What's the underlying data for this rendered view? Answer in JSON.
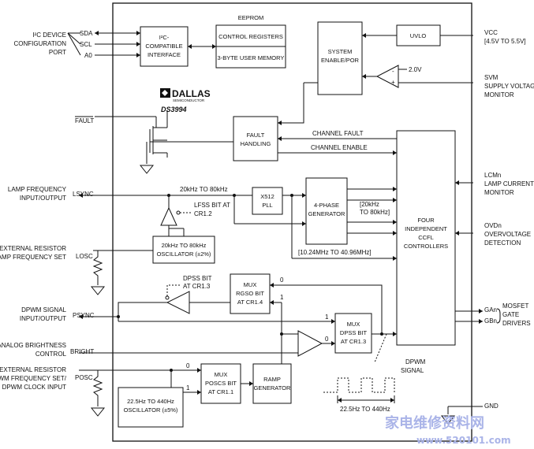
{
  "chip": {
    "logo_text": "DALLAS",
    "logo_sub": "SEMICONDUCTOR",
    "part_number": "DS3994"
  },
  "left_labels": {
    "i2c_l1": "I²C DEVICE",
    "i2c_l2": "CONFIGURATION",
    "i2c_l3": "PORT",
    "sda": "SDA",
    "scl": "SCL",
    "a0": "A0",
    "fault": "FAULT",
    "lamp_freq_l1": "LAMP FREQUENCY",
    "lamp_freq_l2": "INPUT/OUTPUT",
    "lsync": "LSYNC",
    "ext_res_l1": "EXTERNAL RESISTOR",
    "ext_res_l2": "LAMP FREQUENCY SET",
    "losc": "LOSC",
    "dpwm_sig_l1": "DPWM SIGNAL",
    "dpwm_sig_l2": "INPUT/OUTPUT",
    "psync": "PSYNC",
    "analog_l1": "ANALOG BRIGHTNESS",
    "analog_l2": "CONTROL",
    "bright": "BRIGHT",
    "ext_res2_l1": "EXTERNAL RESISTOR",
    "ext_res2_l2": "DPWM FREQUENCY SET/",
    "ext_res2_l3": "DPWM CLOCK INPUT",
    "posc": "POSC"
  },
  "right_labels": {
    "vcc_l1": "VCC",
    "vcc_l2": "[4.5V TO 5.5V]",
    "svm": "SVM",
    "svm_l1": "SUPPLY VOLTAGE",
    "svm_l2": "MONITOR",
    "lcm": "LCMn",
    "lcm_l1": "LAMP CURRENT",
    "lcm_l2": "MONITOR",
    "ovd": "OVDn",
    "ovd_l1": "OVERVOLTAGE",
    "ovd_l2": "DETECTION",
    "gan": "GAn",
    "gbn": "GBn",
    "mosfet_l1": "MOSFET",
    "mosfet_l2": "GATE",
    "mosfet_l3": "DRIVERS",
    "gnd": "GND"
  },
  "blocks": {
    "eeprom": "EEPROM",
    "i2c_l1": "I²C-",
    "i2c_l2": "COMPATIBLE",
    "i2c_l3": "INTERFACE",
    "control_registers": "CONTROL REGISTERS",
    "user_memory": "3-BYTE USER MEMORY",
    "sys_l1": "SYSTEM",
    "sys_l2": "ENABLE/POR",
    "uvlo": "UVLO",
    "fault_l1": "FAULT",
    "fault_l2": "HANDLING",
    "pll_l1": "X512",
    "pll_l2": "PLL",
    "gen_l1": "4-PHASE",
    "gen_l2": "GENERATOR",
    "ccfl_l1": "FOUR",
    "ccfl_l2": "INDEPENDENT",
    "ccfl_l3": "CCFL",
    "ccfl_l4": "CONTROLLERS",
    "losc_l1": "20kHz TO 80kHz",
    "losc_l2": "OSCILLATOR (±2%)",
    "mux1_l1": "MUX",
    "mux1_l2": "RGSO BIT",
    "mux1_l3": "AT CR1.4",
    "mux2_l1": "MUX",
    "mux2_l2": "DPSS BIT",
    "mux2_l3": "AT CR1.3",
    "mux3_l1": "MUX",
    "mux3_l2": "POSCS BIT",
    "mux3_l3": "AT CR1.1",
    "ramp_l1": "RAMP",
    "ramp_l2": "GENERATOR",
    "posc_l1": "22.5Hz TO 440Hz",
    "posc_l2": "OSCILLATOR (±5%)"
  },
  "signals": {
    "ref_2v": "2.0V",
    "plus": "+",
    "minus": "-",
    "channel_fault": "CHANNEL FAULT",
    "channel_enable": "CHANNEL ENABLE",
    "freq_20_80": "20kHz TO 80kHz",
    "lfss_l1": "LFSS BIT AT",
    "lfss_l2": "CR1.2",
    "freq_bracket_l1": "[20kHz",
    "freq_bracket_l2": "TO 80kHz]",
    "freq_pll": "[10.24MHz TO 40.96MHz]",
    "dpss_l1": "DPSS BIT",
    "dpss_l2": "AT CR1.3",
    "zero_a": "0",
    "one_a": "1",
    "one_b": "1",
    "zero_b": "0",
    "zero_c": "0",
    "one_c": "1",
    "dpwm_l1": "DPWM",
    "dpwm_l2": "SIGNAL",
    "dpwm_freq": "22.5Hz TO 440Hz"
  },
  "watermark": {
    "cn": "家电维修资料网",
    "url": "www.520101.com"
  }
}
